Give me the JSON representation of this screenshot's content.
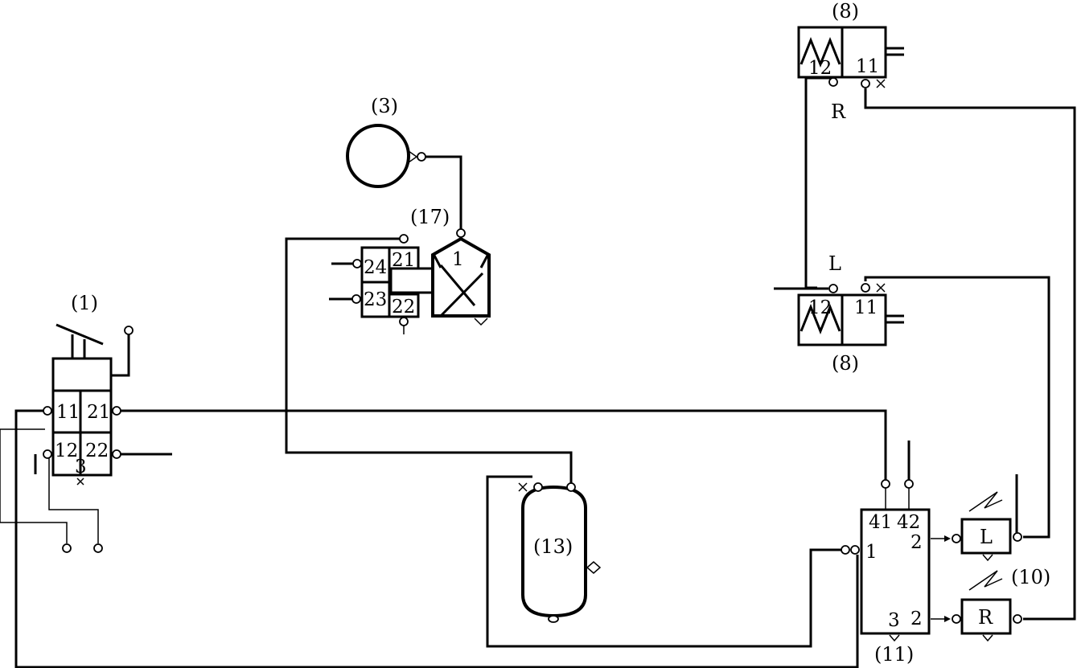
{
  "components": {
    "c1": {
      "ref": "(1)",
      "ports": [
        "11",
        "21",
        "12",
        "22",
        "3"
      ]
    },
    "c3": {
      "ref": "(3)"
    },
    "c17": {
      "ref": "(17)",
      "ports": [
        "24",
        "21",
        "23",
        "22",
        "1"
      ]
    },
    "c8_top": {
      "ref": "(8)",
      "ports": [
        "12",
        "11"
      ],
      "side": "R"
    },
    "c8_bottom": {
      "ref": "(8)",
      "ports": [
        "12",
        "11"
      ],
      "side": "L"
    },
    "c13": {
      "ref": "(13)"
    },
    "c11": {
      "ref": "(11)",
      "ports": [
        "41",
        "42",
        "1",
        "2",
        "3",
        "2"
      ]
    },
    "c10": {
      "ref": "(10)",
      "letters": [
        "L",
        "R"
      ]
    }
  }
}
